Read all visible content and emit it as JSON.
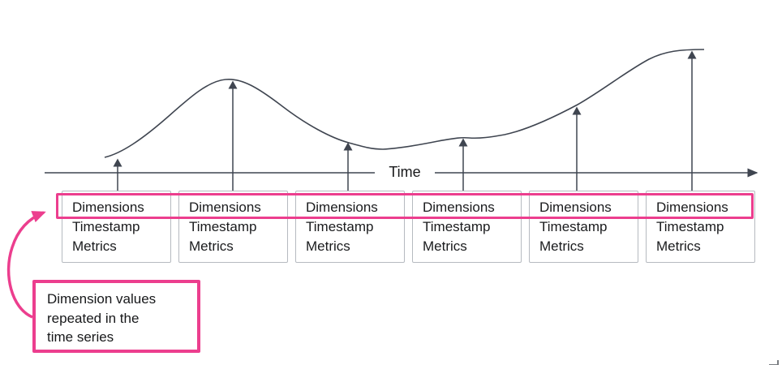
{
  "colors": {
    "line": "#3f4550",
    "pink": "#ec3e8e",
    "box_border": "#b6bac0",
    "text": "#17181a"
  },
  "axis": {
    "label": "Time"
  },
  "records": [
    {
      "dimensions": "Dimensions",
      "timestamp": "Timestamp",
      "metrics": "Metrics"
    },
    {
      "dimensions": "Dimensions",
      "timestamp": "Timestamp",
      "metrics": "Metrics"
    },
    {
      "dimensions": "Dimensions",
      "timestamp": "Timestamp",
      "metrics": "Metrics"
    },
    {
      "dimensions": "Dimensions",
      "timestamp": "Timestamp",
      "metrics": "Metrics"
    },
    {
      "dimensions": "Dimensions",
      "timestamp": "Timestamp",
      "metrics": "Metrics"
    },
    {
      "dimensions": "Dimensions",
      "timestamp": "Timestamp",
      "metrics": "Metrics"
    }
  ],
  "callout": {
    "line1": "Dimension values",
    "line2": "repeated in the",
    "line3": "time series"
  }
}
